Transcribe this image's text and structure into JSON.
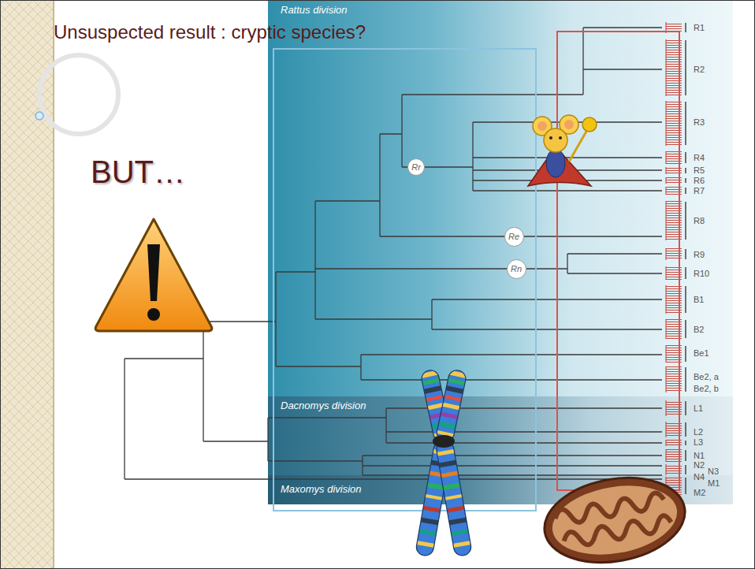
{
  "diagram": {
    "title": "Unsuspected result : cryptic species?",
    "nodes": [
      {
        "text": [
          "Rattus division"
        ]
      },
      {
        "text": [
          "Dacnomys division"
        ]
      },
      {
        "text": [
          "Maxomys division"
        ]
      },
      {
        "text": [
          "Rr"
        ],
        "in": 0
      },
      {
        "text": [
          "Re"
        ],
        "in": 0
      },
      {
        "text": [
          "Rn"
        ],
        "in": 0
      }
    ],
    "labels": [
      "BUT…",
      "R1",
      "R2",
      "R3",
      "R4",
      "R5",
      "R6",
      "R7",
      "R8",
      "R9",
      "R10",
      "B1",
      "B2",
      "Be1",
      "Be2, a",
      "Be2, b",
      "L1",
      "L2",
      "L3",
      "N1",
      "N2",
      "N3",
      "N4",
      "M1",
      "M2"
    ]
  }
}
